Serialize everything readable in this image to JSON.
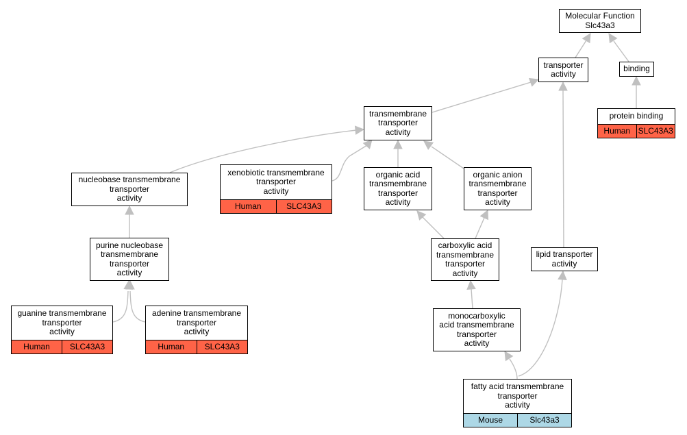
{
  "colors": {
    "human": "#ff6347",
    "mouse": "#add8e6",
    "edge": "#c0c0c0",
    "border": "#000000"
  },
  "nodes": [
    {
      "id": "mf",
      "label": "Molecular Function\nSlc43a3"
    },
    {
      "id": "transporter",
      "label": "transporter\nactivity"
    },
    {
      "id": "binding",
      "label": "binding"
    },
    {
      "id": "protein_binding",
      "label": "protein binding",
      "tags": [
        "Human",
        "SLC43A3"
      ],
      "species": "human"
    },
    {
      "id": "transmembrane",
      "label": "transmembrane\ntransporter\nactivity"
    },
    {
      "id": "nucleobase",
      "label": "nucleobase transmembrane\ntransporter\nactivity"
    },
    {
      "id": "xenobiotic",
      "label": "xenobiotic transmembrane\ntransporter\nactivity",
      "tags": [
        "Human",
        "SLC43A3"
      ],
      "species": "human"
    },
    {
      "id": "organic_acid",
      "label": "organic acid\ntransmembrane\ntransporter\nactivity"
    },
    {
      "id": "organic_anion",
      "label": "organic anion\ntransmembrane\ntransporter\nactivity"
    },
    {
      "id": "purine",
      "label": "purine nucleobase\ntransmembrane\ntransporter\nactivity"
    },
    {
      "id": "carboxylic",
      "label": "carboxylic acid\ntransmembrane\ntransporter\nactivity"
    },
    {
      "id": "lipid",
      "label": "lipid transporter\nactivity"
    },
    {
      "id": "guanine",
      "label": "guanine transmembrane\ntransporter\nactivity",
      "tags": [
        "Human",
        "SLC43A3"
      ],
      "species": "human"
    },
    {
      "id": "adenine",
      "label": "adenine transmembrane\ntransporter\nactivity",
      "tags": [
        "Human",
        "SLC43A3"
      ],
      "species": "human"
    },
    {
      "id": "monocarboxylic",
      "label": "monocarboxylic\nacid transmembrane\ntransporter\nactivity"
    },
    {
      "id": "fatty_acid",
      "label": "fatty acid transmembrane\ntransporter\nactivity",
      "tags": [
        "Mouse",
        "Slc43a3"
      ],
      "species": "mouse"
    }
  ],
  "edges": [
    [
      "transporter",
      "mf"
    ],
    [
      "binding",
      "mf"
    ],
    [
      "protein_binding",
      "binding"
    ],
    [
      "transmembrane",
      "transporter"
    ],
    [
      "lipid",
      "transporter"
    ],
    [
      "nucleobase",
      "transmembrane"
    ],
    [
      "xenobiotic",
      "transmembrane"
    ],
    [
      "organic_acid",
      "transmembrane"
    ],
    [
      "organic_anion",
      "transmembrane"
    ],
    [
      "purine",
      "nucleobase"
    ],
    [
      "carboxylic",
      "organic_acid"
    ],
    [
      "carboxylic",
      "organic_anion"
    ],
    [
      "guanine",
      "purine"
    ],
    [
      "adenine",
      "purine"
    ],
    [
      "monocarboxylic",
      "carboxylic"
    ],
    [
      "fatty_acid",
      "monocarboxylic"
    ],
    [
      "fatty_acid",
      "lipid"
    ]
  ]
}
